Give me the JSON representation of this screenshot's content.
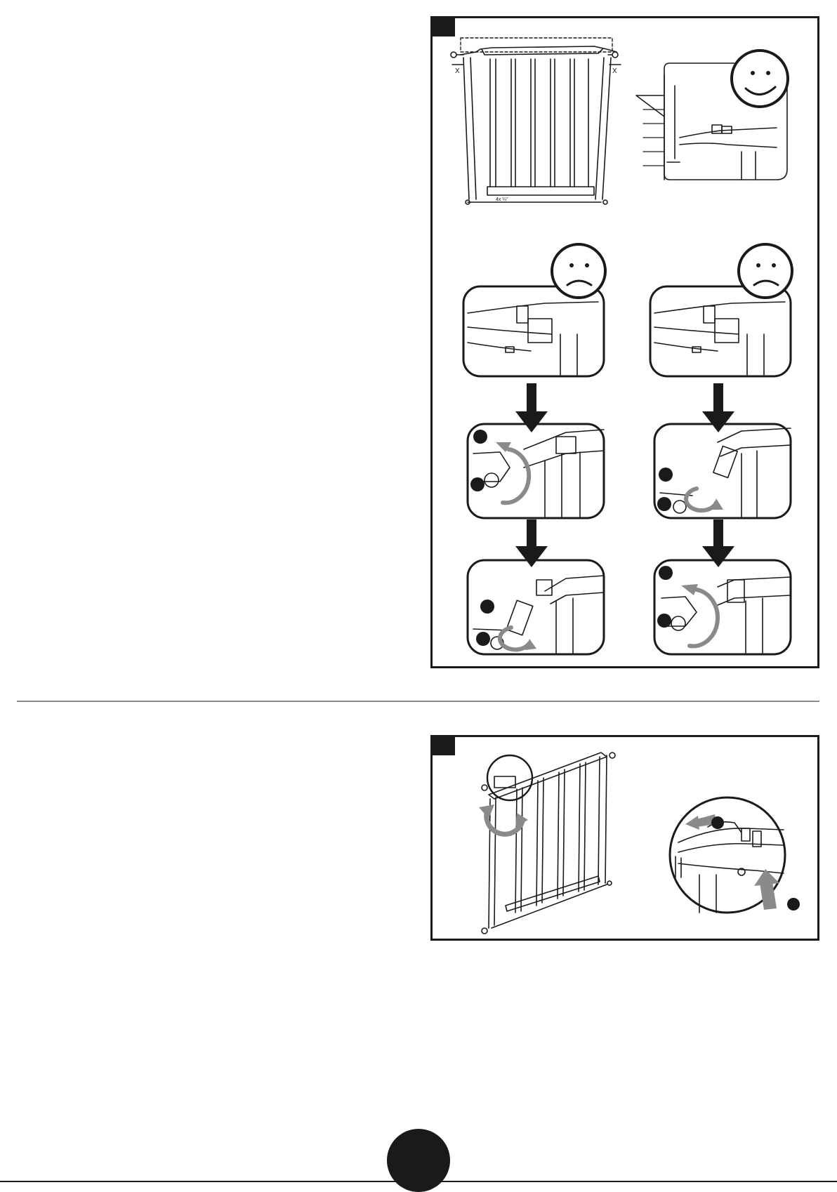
{
  "document": {
    "type": "assembly-instructions",
    "sections": [
      {
        "id": "step-a",
        "illustrations": [
          "gate-installed-top-view",
          "correct-fit-detail",
          "incorrect-fit-left",
          "incorrect-fit-right",
          "adjust-knob-sequences"
        ],
        "labels": {
          "side_gap_left": "X",
          "side_gap_right": "X",
          "bottom_marking": "4x ¼\""
        }
      },
      {
        "id": "step-b",
        "illustrations": [
          "gate-open-rotate",
          "latch-release-detail"
        ]
      }
    ],
    "icons": [
      "happy-face-icon",
      "sad-face-icon",
      "sad-face-icon",
      "down-arrow-icon",
      "rotate-arrow-icon"
    ]
  },
  "colors": {
    "ink": "#1a1a1a",
    "arrow_gray": "#8a8a8a",
    "divider": "#8a8a8a"
  }
}
